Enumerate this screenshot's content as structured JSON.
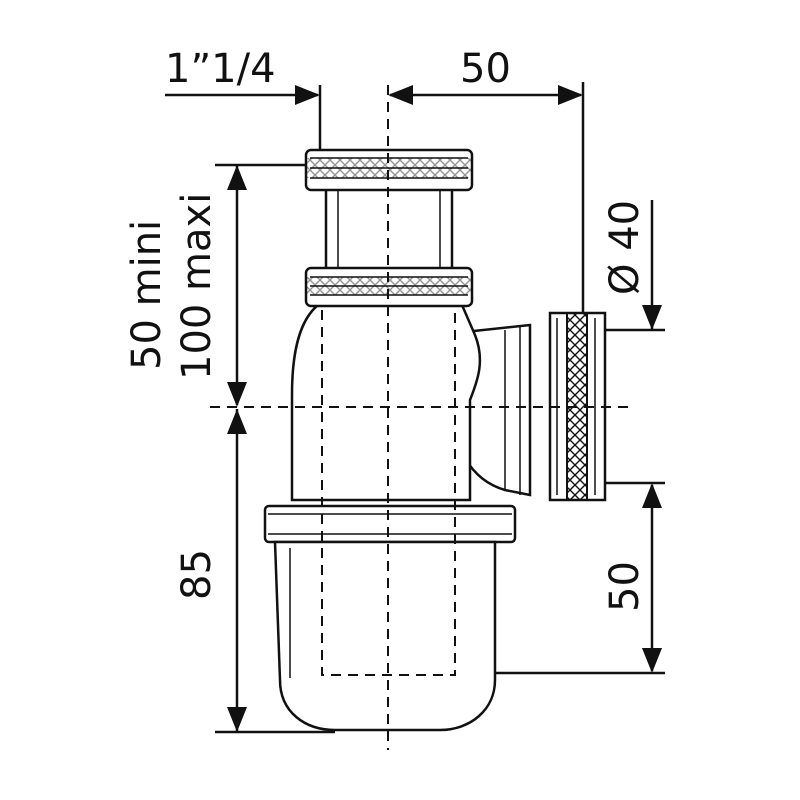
{
  "dimensions": {
    "top_thread": "1”1/4",
    "outlet_offset": "50",
    "adjustable_height_line1": "50 mini",
    "adjustable_height_line2": "100 maxi",
    "outlet_diameter": "Ø 40",
    "lower_height": "85",
    "outlet_height": "50"
  }
}
